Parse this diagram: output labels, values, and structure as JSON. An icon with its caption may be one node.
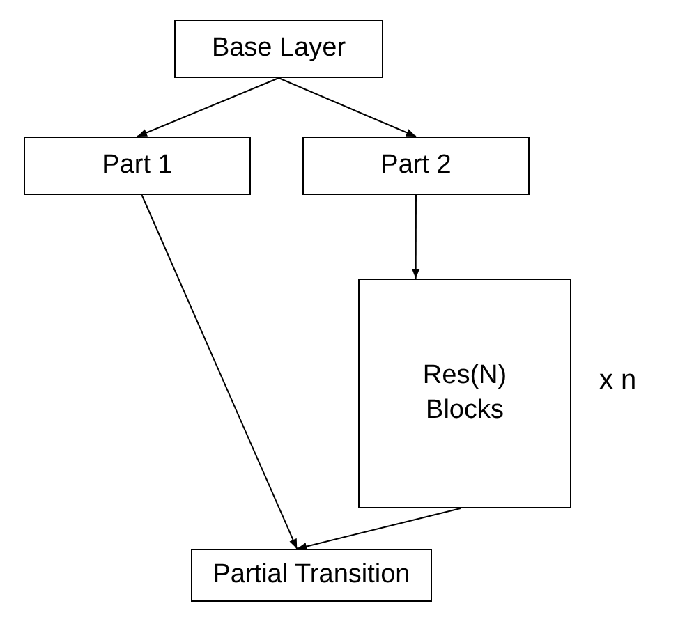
{
  "diagram": {
    "nodes": [
      {
        "text": [
          "Base Layer"
        ]
      },
      {
        "text": [
          "Part 1"
        ]
      },
      {
        "text": [
          "Part 2"
        ]
      },
      {
        "text": [
          "Res(N) Blocks"
        ]
      },
      {
        "text": [
          "Partial Transition"
        ]
      }
    ],
    "edges": [
      {
        "from": 0,
        "to": 1,
        "arrow": "to"
      },
      {
        "from": 0,
        "to": 2,
        "arrow": "to"
      },
      {
        "from": 2,
        "to": 3,
        "arrow": "to"
      },
      {
        "from": 1,
        "to": 4,
        "arrow": "to"
      },
      {
        "from": 3,
        "to": 4,
        "arrow": "to"
      }
    ],
    "labels": [
      "x n"
    ]
  }
}
